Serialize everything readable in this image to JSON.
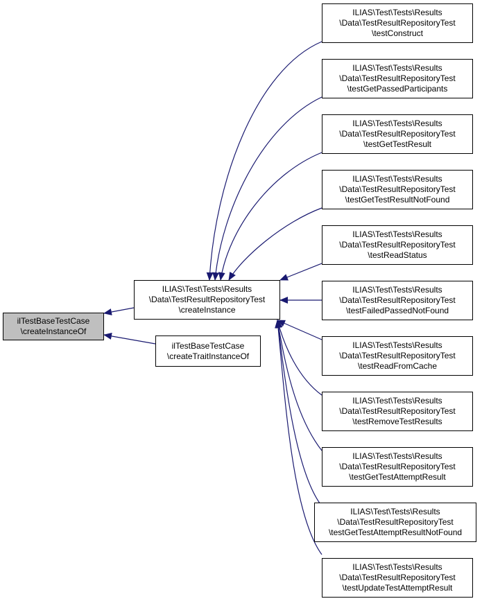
{
  "colors": {
    "edge": "#191970",
    "node_border": "#000000",
    "focus_fill": "#bfbfbf",
    "node_fill": "#ffffff"
  },
  "nodes": {
    "focus": {
      "lines": [
        "ilTestBaseTestCase",
        "\\createInstanceOf"
      ]
    },
    "create": {
      "lines": [
        "ILIAS\\Test\\Tests\\Results",
        "\\Data\\TestResultRepositoryTest",
        "\\createInstance"
      ]
    },
    "trait": {
      "lines": [
        "ilTestBaseTestCase",
        "\\createTraitInstanceOf"
      ]
    },
    "t1": {
      "lines": [
        "ILIAS\\Test\\Tests\\Results",
        "\\Data\\TestResultRepositoryTest",
        "\\testConstruct"
      ]
    },
    "t2": {
      "lines": [
        "ILIAS\\Test\\Tests\\Results",
        "\\Data\\TestResultRepositoryTest",
        "\\testGetPassedParticipants"
      ]
    },
    "t3": {
      "lines": [
        "ILIAS\\Test\\Tests\\Results",
        "\\Data\\TestResultRepositoryTest",
        "\\testGetTestResult"
      ]
    },
    "t4": {
      "lines": [
        "ILIAS\\Test\\Tests\\Results",
        "\\Data\\TestResultRepositoryTest",
        "\\testGetTestResultNotFound"
      ]
    },
    "t5": {
      "lines": [
        "ILIAS\\Test\\Tests\\Results",
        "\\Data\\TestResultRepositoryTest",
        "\\testReadStatus"
      ]
    },
    "t6": {
      "lines": [
        "ILIAS\\Test\\Tests\\Results",
        "\\Data\\TestResultRepositoryTest",
        "\\testFailedPassedNotFound"
      ]
    },
    "t7": {
      "lines": [
        "ILIAS\\Test\\Tests\\Results",
        "\\Data\\TestResultRepositoryTest",
        "\\testReadFromCache"
      ]
    },
    "t8": {
      "lines": [
        "ILIAS\\Test\\Tests\\Results",
        "\\Data\\TestResultRepositoryTest",
        "\\testRemoveTestResults"
      ]
    },
    "t9": {
      "lines": [
        "ILIAS\\Test\\Tests\\Results",
        "\\Data\\TestResultRepositoryTest",
        "\\testGetTestAttemptResult"
      ]
    },
    "t10": {
      "lines": [
        "ILIAS\\Test\\Tests\\Results",
        "\\Data\\TestResultRepositoryTest",
        "\\testGetTestAttemptResultNotFound"
      ]
    },
    "t11": {
      "lines": [
        "ILIAS\\Test\\Tests\\Results",
        "\\Data\\TestResultRepositoryTest",
        "\\testUpdateTestAttemptResult"
      ]
    }
  }
}
